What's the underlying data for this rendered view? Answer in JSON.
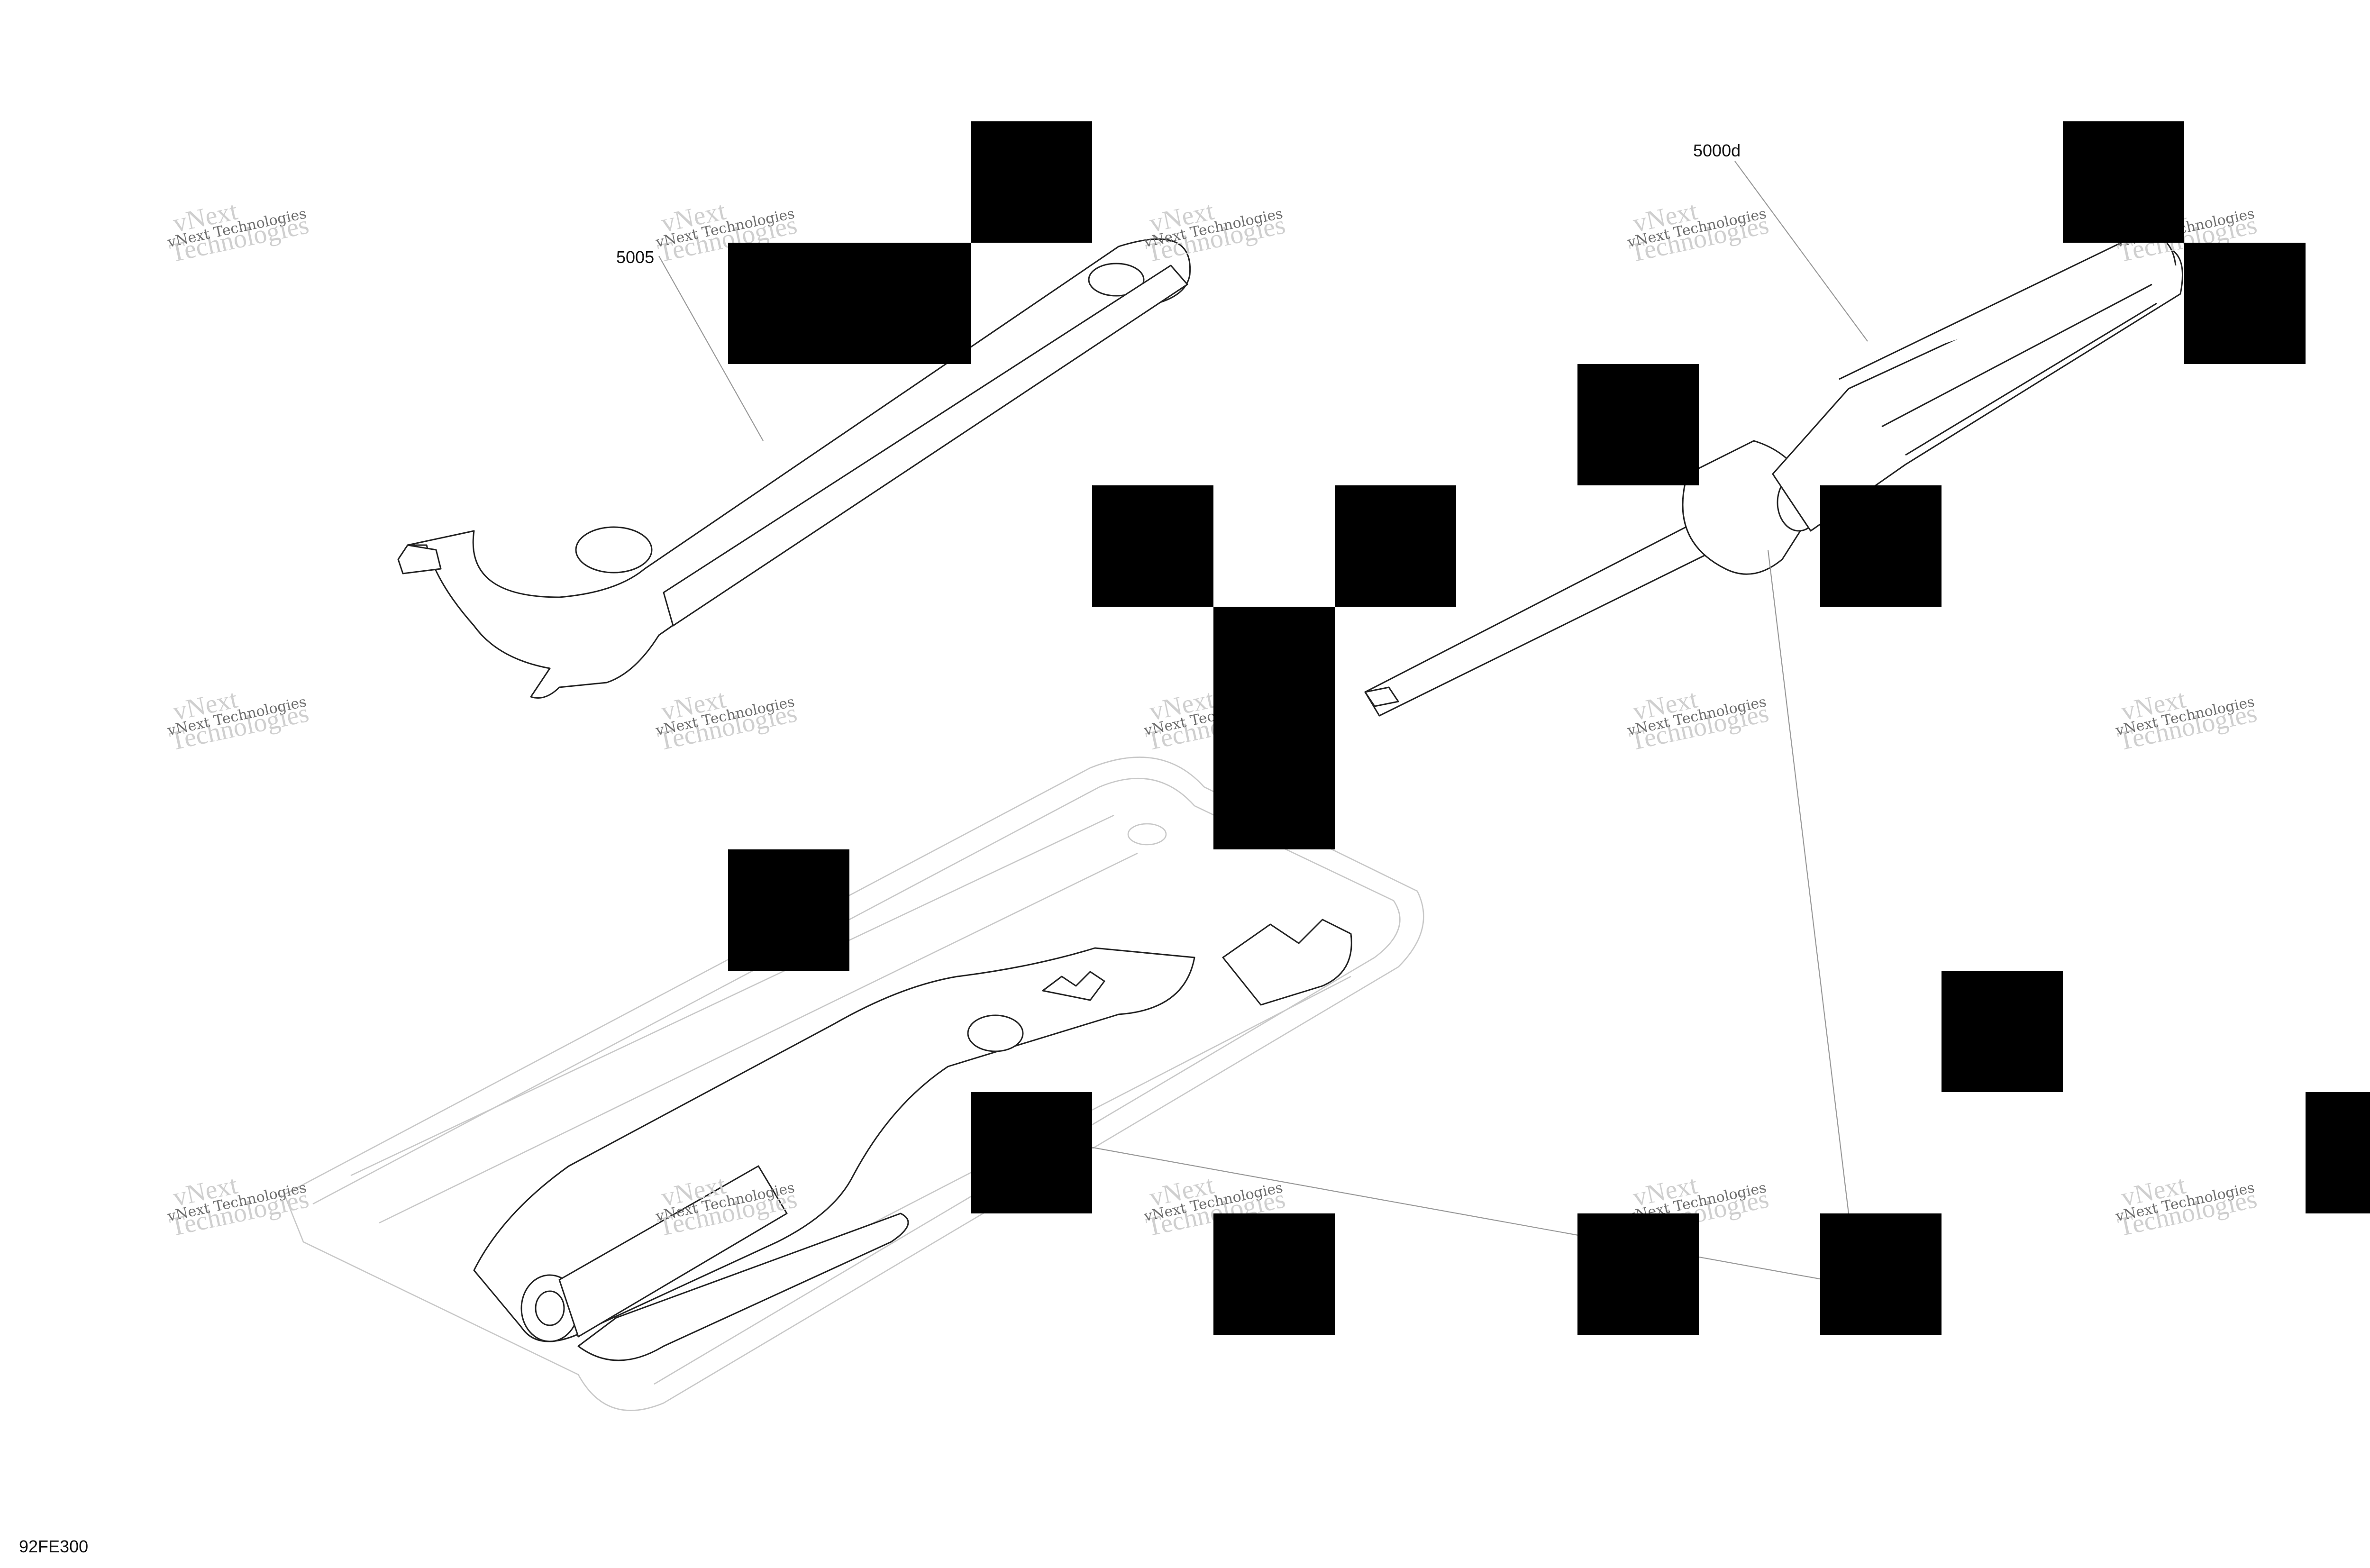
{
  "diagram": {
    "callouts": {
      "wrench_part": "5005",
      "screwdriver_part": "5000d"
    },
    "figure_code": "92FE300",
    "watermark": {
      "brand": "vNext Technologies",
      "line1": "vNext",
      "line2": "Technologies"
    },
    "redaction_color": "#000000"
  }
}
